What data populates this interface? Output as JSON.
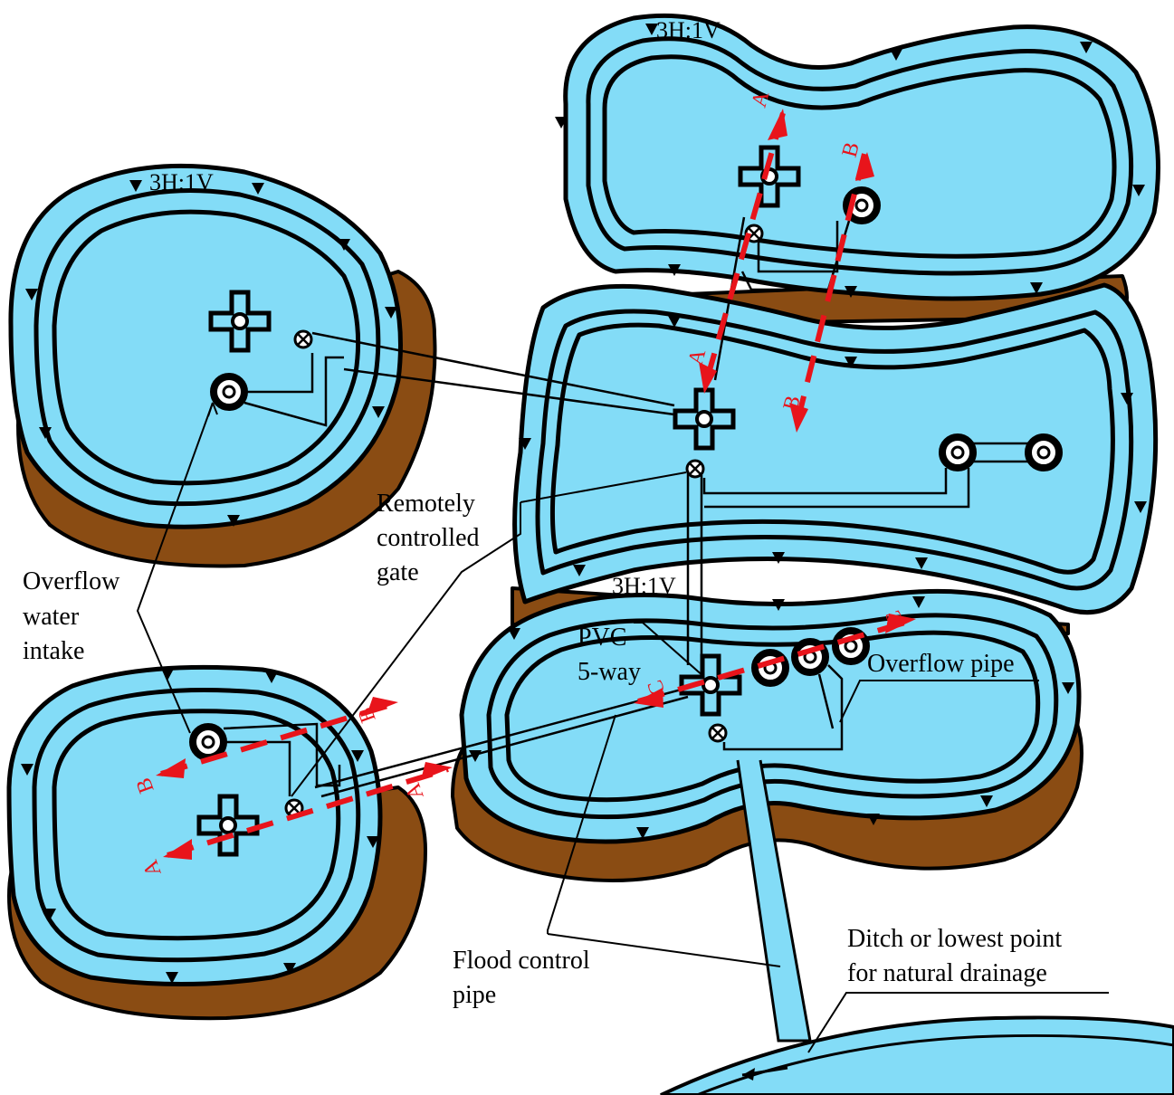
{
  "labels": {
    "slope": "3H:1V",
    "remote_gate": [
      "Remotely",
      "controlled",
      "gate"
    ],
    "overflow_intake": [
      "Overflow",
      "water",
      "intake"
    ],
    "pvc_5way": [
      "PVC",
      "5-way"
    ],
    "overflow_pipe": "Overflow pipe",
    "flood_control_pipe": [
      "Flood control",
      "pipe"
    ],
    "ditch": [
      "Ditch or lowest point",
      "for natural drainage"
    ]
  },
  "sections": {
    "a": "A",
    "b": "B",
    "c": "C"
  },
  "colors": {
    "water": "#83dcf7",
    "embankment": "#8a4c13",
    "section_line": "#e8141b",
    "outline": "#000000"
  },
  "icons": {
    "box_fitting": "plus-shaped-fitting-icon",
    "gate_valve": "circle-x-valve-icon",
    "intake": "double-ring-intake-icon"
  }
}
